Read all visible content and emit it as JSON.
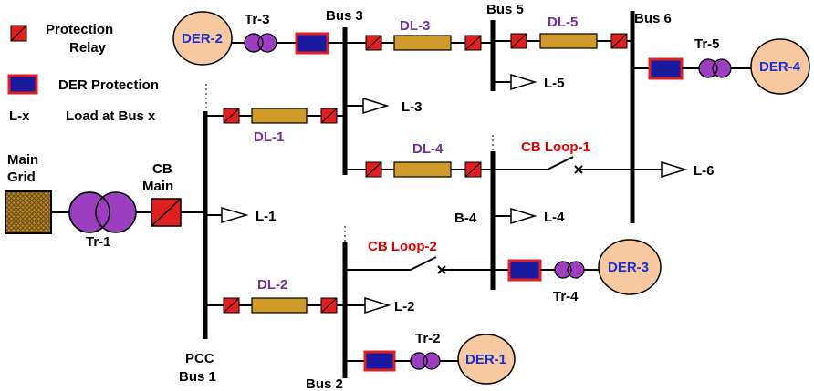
{
  "legend": {
    "relay_label_line1": "Protection",
    "relay_label_line2": "Relay",
    "der_protection_label": "DER Protection",
    "load_symbol": "L-x",
    "load_desc": "Load at Bus x"
  },
  "source": {
    "line1": "Main",
    "line2": "Grid"
  },
  "buses": {
    "bus1_line1": "PCC",
    "bus1_line2": "Bus 1",
    "bus2": "Bus 2",
    "bus3": "Bus 3",
    "bus4": "B-4",
    "bus5": "Bus 5",
    "bus6": "Bus 6"
  },
  "transformers": {
    "tr1": "Tr-1",
    "tr2": "Tr-2",
    "tr3": "Tr-3",
    "tr4": "Tr-4",
    "tr5": "Tr-5"
  },
  "ders": {
    "der1": "DER-1",
    "der2": "DER-2",
    "der3": "DER-3",
    "der4": "DER-4"
  },
  "lines": {
    "dl1": "DL-1",
    "dl2": "DL-2",
    "dl3": "DL-3",
    "dl4": "DL-4",
    "dl5": "DL-5"
  },
  "loads": {
    "l1": "L-1",
    "l2": "L-2",
    "l3": "L-3",
    "l4": "L-4",
    "l5": "L-5",
    "l6": "L-6"
  },
  "breakers": {
    "cb_main_line1": "CB",
    "cb_main_line2": "Main",
    "cb_loop1": "CB Loop-1",
    "cb_loop2": "CB Loop-2"
  },
  "colors": {
    "relay": "#e02020",
    "der_protection_fill": "#1a1aa0",
    "der_protection_border": "#e02020",
    "transformer": "#9b3fc0",
    "distribution_line": "#d09a2a",
    "der_fill": "#f8c9a0",
    "grid_fill": "#a8781e",
    "line_label": "#7030a0",
    "cb_label": "#e00000",
    "der_label": "#1a2fd0"
  }
}
